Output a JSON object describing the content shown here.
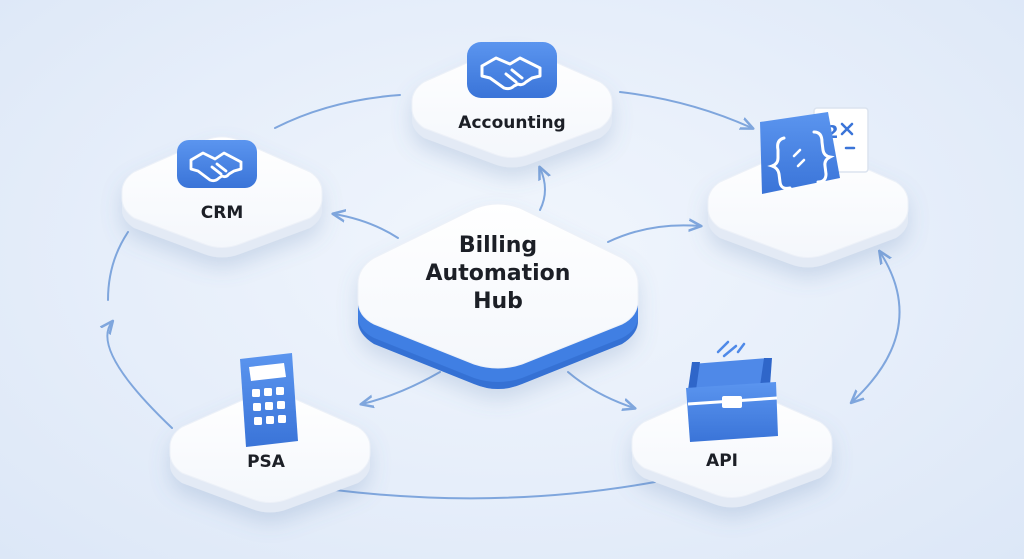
{
  "hub": {
    "lines": [
      "Billing",
      "Automation",
      "Hub"
    ]
  },
  "nodes": {
    "accounting": {
      "label": "Accounting",
      "icon": "handshake-icon"
    },
    "crm": {
      "label": "CRM",
      "icon": "handshake-icon"
    },
    "code": {
      "label": "",
      "icon": "code-braces-icon"
    },
    "psa": {
      "label": "PSA",
      "icon": "calculator-icon"
    },
    "api": {
      "label": "API",
      "icon": "briefcase-icon"
    }
  },
  "colors": {
    "accent": "#3f7fe3",
    "accent_dark": "#2f66c9",
    "connector": "#7fa6dd",
    "background": "#e6eefa",
    "tile": "#ffffff"
  }
}
